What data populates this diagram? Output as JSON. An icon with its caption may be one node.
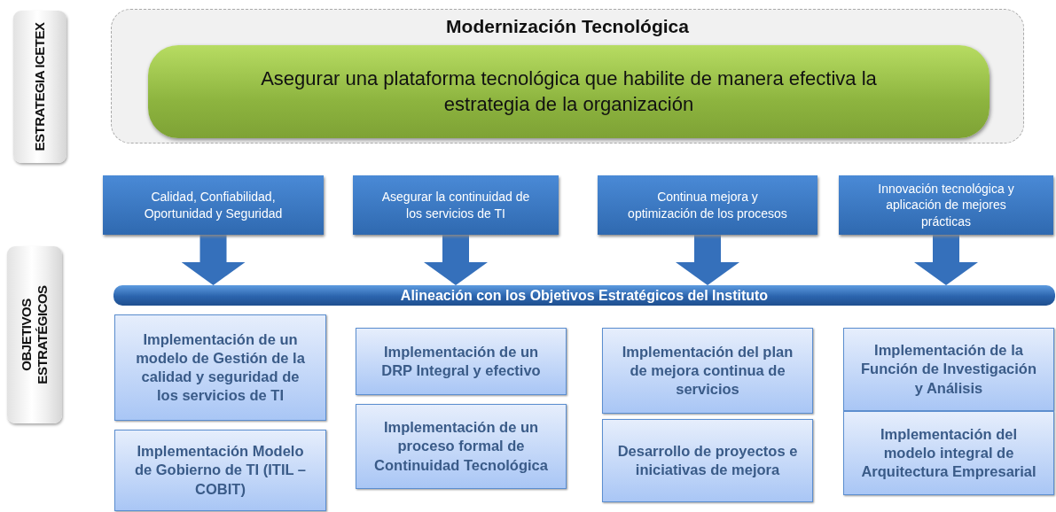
{
  "diagram": {
    "nodes": [
      {
        "text": [
          "ESTRATEGIA ICETEX"
        ]
      },
      {
        "text": [
          "Modernización Tecnológica"
        ]
      },
      {
        "text": [
          "Asegurar una plataforma tecnológica que habilite de manera efectiva la estrategia de la organización"
        ],
        "in": 1
      },
      {
        "text": [
          "Calidad, Confiabilidad, Oportunidad y Seguridad"
        ]
      },
      {
        "text": [
          "Asegurar la continuidad de los servicios de TI"
        ]
      },
      {
        "text": [
          "Continua mejora  y optimización de los procesos"
        ]
      },
      {
        "text": [
          "Innovación tecnológica  y aplicación de mejores prácticas"
        ]
      },
      {
        "text": [
          "OBJETIVOS ESTRATÉGICOS"
        ]
      },
      {
        "text": [
          "Alineación con los Objetivos Estratégicos del Instituto"
        ]
      },
      {
        "text": [
          "Implementación de un modelo de Gestión de la calidad y seguridad de los servicios de TI"
        ]
      },
      {
        "text": [
          "Implementación de un DRP Integral y efectivo"
        ]
      },
      {
        "text": [
          "Implementación del plan de mejora continua de servicios"
        ]
      },
      {
        "text": [
          "Implementación de la Función de Investigación y Análisis"
        ]
      },
      {
        "text": [
          "Implementación Modelo de Gobierno de TI (ITIL – COBIT)"
        ]
      },
      {
        "text": [
          "Implementación de un proceso formal de Continuidad Tecnológica"
        ]
      },
      {
        "text": [
          "Desarrollo de proyectos e iniciativas de mejora"
        ]
      },
      {
        "text": [
          "Implementación del modelo integral de Arquitectura Empresarial"
        ]
      }
    ],
    "edges": [
      {
        "from": 3,
        "to": 8,
        "arrow": "to"
      },
      {
        "from": 4,
        "to": 8,
        "arrow": "to"
      },
      {
        "from": 5,
        "to": 8,
        "arrow": "to"
      },
      {
        "from": 6,
        "to": 8,
        "arrow": "to"
      }
    ]
  }
}
